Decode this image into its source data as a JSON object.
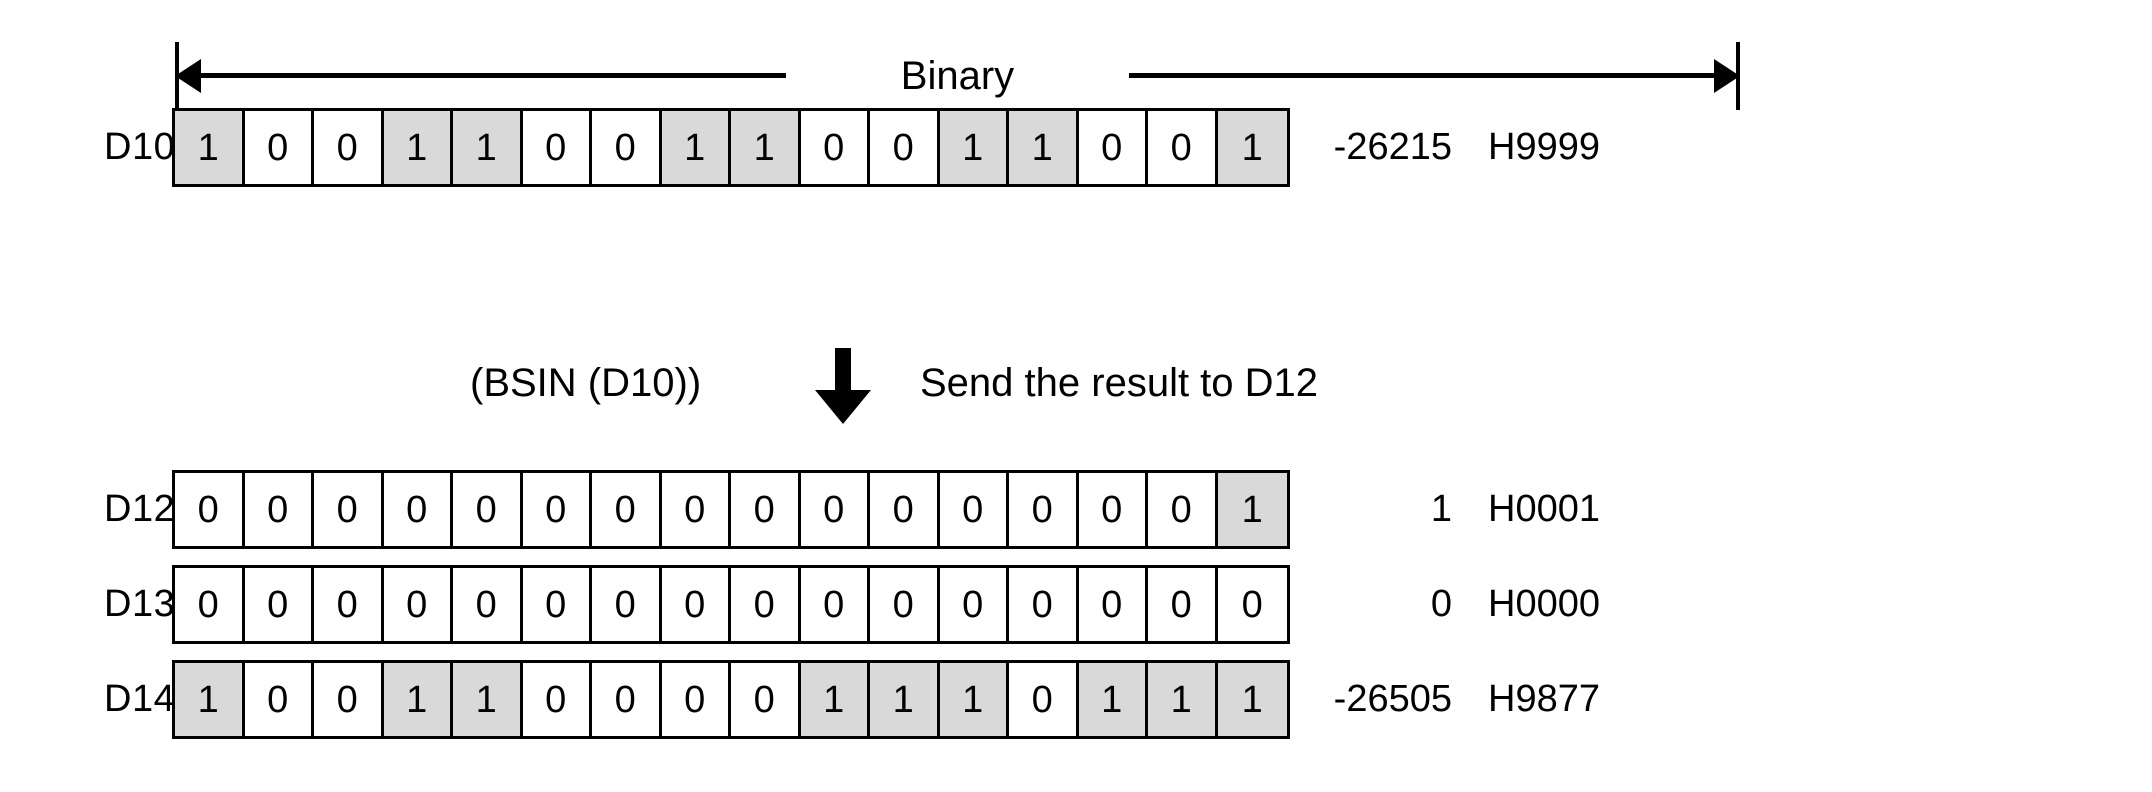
{
  "diagram": {
    "binary_caption": "Binary",
    "operation_label": "(BSIN (D10))",
    "result_label": "Send the result to D12",
    "arrow_icon": "down-arrow-icon",
    "shade_color": "#d9d9d9",
    "line_color": "#000000"
  },
  "source_row": {
    "label": "D10",
    "bits": [
      1,
      0,
      0,
      1,
      1,
      0,
      0,
      1,
      1,
      0,
      0,
      1,
      1,
      0,
      0,
      1
    ],
    "decimal": "-26215",
    "hex": "H9999"
  },
  "result_rows": [
    {
      "label": "D12",
      "bits": [
        0,
        0,
        0,
        0,
        0,
        0,
        0,
        0,
        0,
        0,
        0,
        0,
        0,
        0,
        0,
        1
      ],
      "decimal": "1",
      "hex": "H0001"
    },
    {
      "label": "D13",
      "bits": [
        0,
        0,
        0,
        0,
        0,
        0,
        0,
        0,
        0,
        0,
        0,
        0,
        0,
        0,
        0,
        0
      ],
      "decimal": "0",
      "hex": "H0000"
    },
    {
      "label": "D14",
      "bits": [
        1,
        0,
        0,
        1,
        1,
        0,
        0,
        0,
        0,
        1,
        1,
        1,
        0,
        1,
        1,
        1
      ],
      "decimal": "-26505",
      "hex": "H9877"
    }
  ]
}
